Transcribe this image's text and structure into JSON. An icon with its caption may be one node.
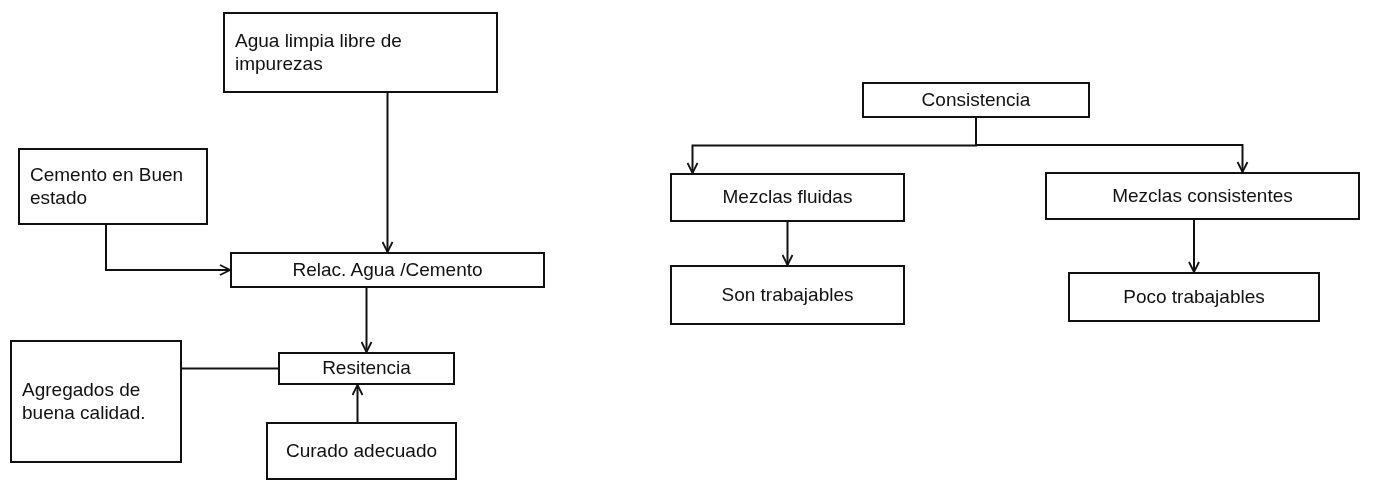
{
  "diagram": {
    "nodes": [
      {
        "text": [
          "Agua limpia libre de impurezas"
        ]
      },
      {
        "text": [
          "Cemento en Buen estado"
        ]
      },
      {
        "text": [
          "Relac. Agua /Cemento"
        ]
      },
      {
        "text": [
          "Agregados de buena calidad."
        ]
      },
      {
        "text": [
          "Resitencia"
        ]
      },
      {
        "text": [
          "Curado adecuado"
        ]
      },
      {
        "text": [
          "Consistencia"
        ]
      },
      {
        "text": [
          "Mezclas fluidas"
        ]
      },
      {
        "text": [
          "Mezclas consistentes"
        ]
      },
      {
        "text": [
          "Son trabajables"
        ]
      },
      {
        "text": [
          "Poco trabajables"
        ]
      }
    ],
    "edges": [
      {
        "from": 0,
        "to": 2,
        "arrow": "to"
      },
      {
        "from": 1,
        "to": 2,
        "arrow": "to"
      },
      {
        "from": 2,
        "to": 4,
        "arrow": "to"
      },
      {
        "from": 3,
        "to": 4,
        "arrow": "none"
      },
      {
        "from": 5,
        "to": 4,
        "arrow": "to"
      },
      {
        "from": 6,
        "to": 7,
        "arrow": "to"
      },
      {
        "from": 6,
        "to": 8,
        "arrow": "to"
      },
      {
        "from": 7,
        "to": 9,
        "arrow": "to"
      },
      {
        "from": 8,
        "to": 10,
        "arrow": "to"
      }
    ]
  }
}
